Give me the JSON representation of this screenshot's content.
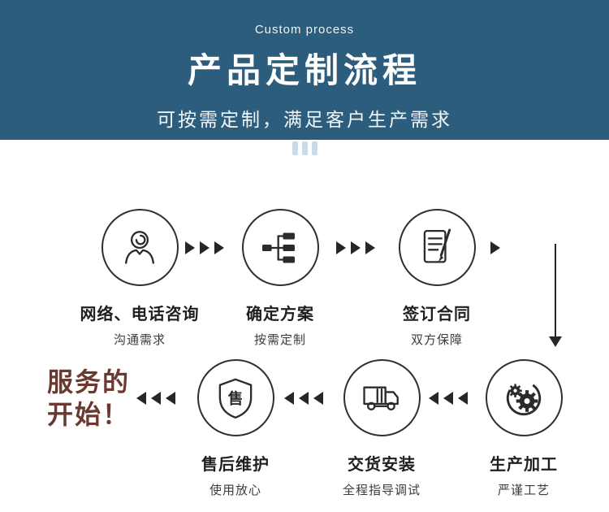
{
  "header": {
    "eyebrow": "Custom process",
    "title": "产品定制流程",
    "subtitle": "可按需定制，满足客户生产需求",
    "bg_color": "#2d5d7c",
    "bars_color": "#c9dbe6"
  },
  "flow": {
    "steps_top": [
      {
        "label": "网络、电话咨询",
        "sublabel": "沟通需求",
        "icon": "customer-service-icon"
      },
      {
        "label": "确定方案",
        "sublabel": "按需定制",
        "icon": "flowchart-icon"
      },
      {
        "label": "签订合同",
        "sublabel": "双方保障",
        "icon": "contract-icon"
      }
    ],
    "steps_bottom": [
      {
        "label": "售后维护",
        "sublabel": "使用放心",
        "icon": "after-sales-shield-icon",
        "badge_char": "售"
      },
      {
        "label": "交货安装",
        "sublabel": "全程指导调试",
        "icon": "delivery-truck-icon"
      },
      {
        "label": "生产加工",
        "sublabel": "严谨工艺",
        "icon": "gears-icon"
      }
    ],
    "start_line1": "服务的",
    "start_line2": "开始！"
  },
  "colors": {
    "header_bg": "#2d5d7c",
    "ink": "#262626",
    "start_text": "#6a392f"
  }
}
